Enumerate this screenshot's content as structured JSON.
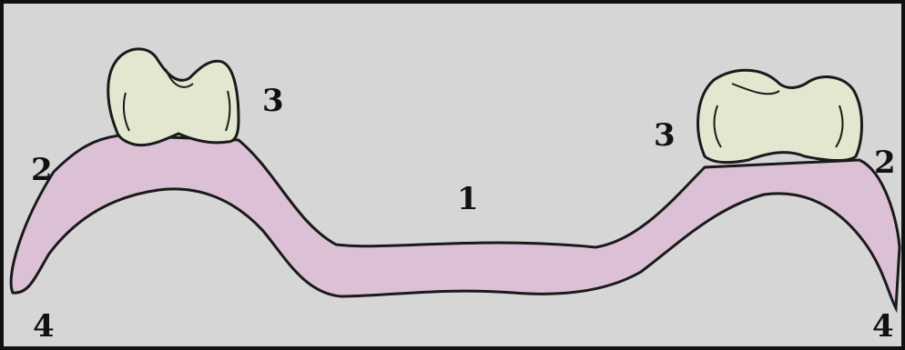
{
  "diagram": {
    "colors": {
      "background": "#d6d6d6",
      "base": "#dcc1d6",
      "tooth": "#e4e7cf",
      "outline": "#1a1a1a"
    },
    "labels": {
      "center": "1",
      "left_flange": "2",
      "right_flange": "2",
      "left_tooth": "3",
      "right_tooth": "3",
      "left_end": "4",
      "right_end": "4"
    }
  }
}
